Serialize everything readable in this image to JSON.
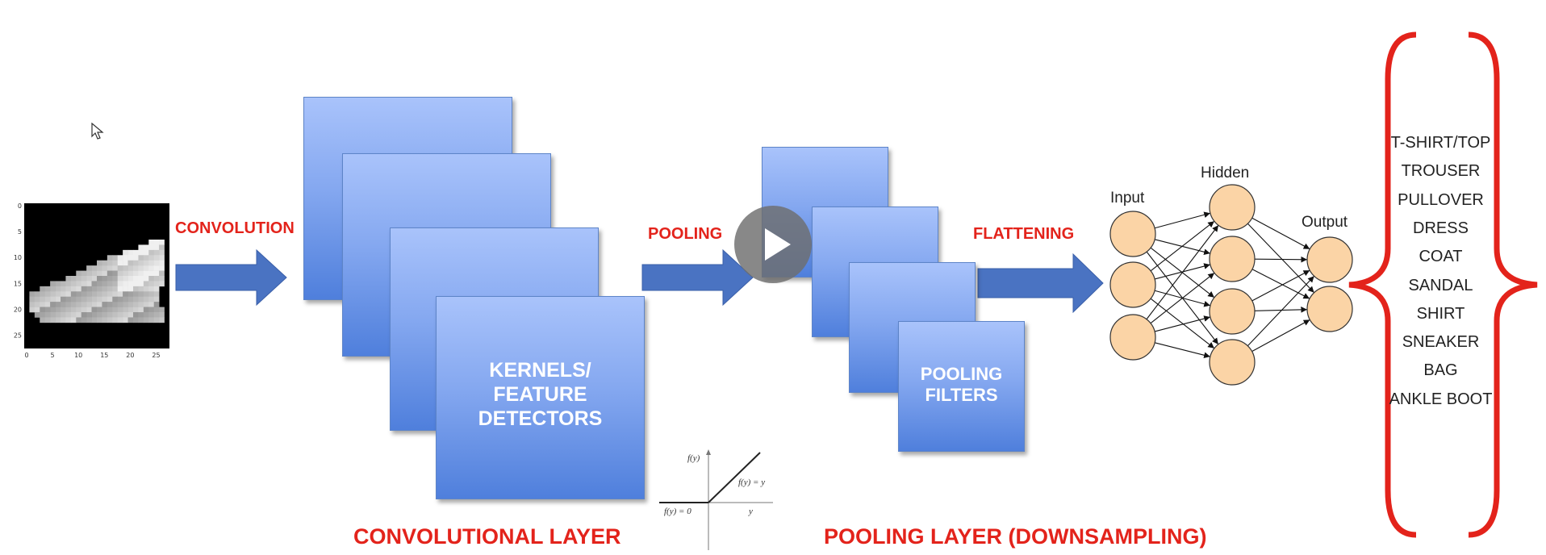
{
  "arrow_labels": {
    "convolution": "CONVOLUTION",
    "pooling": "POOLING",
    "flattening": "FLATTENING"
  },
  "bottom_labels": {
    "convolutional_layer": "CONVOLUTIONAL LAYER",
    "pooling_layer": "POOLING LAYER (DOWNSAMPLING)"
  },
  "kernels_box": [
    "KERNELS/",
    "FEATURE",
    "DETECTORS"
  ],
  "pooling_box": [
    "POOLING",
    "FILTERS"
  ],
  "input_image": {
    "y_ticks": [
      "0",
      "5",
      "10",
      "15",
      "20",
      "25"
    ],
    "x_ticks": [
      "0",
      "5",
      "10",
      "15",
      "20",
      "25"
    ]
  },
  "relu": {
    "y_axis_label": "f(y)",
    "right_formula": "f(y) = y",
    "left_formula": "f(y) = 0",
    "x_axis_label": "y"
  },
  "network": {
    "input_label": "Input",
    "hidden_label": "Hidden",
    "output_label": "Output"
  },
  "classes": [
    "T-SHIRT/TOP",
    "TROUSER",
    "PULLOVER",
    "DRESS",
    "COAT",
    "SANDAL",
    "SHIRT",
    "SNEAKER",
    "BAG",
    "ANKLE BOOT"
  ],
  "colors": {
    "accent_red": "#e3231b",
    "arrow_blue": "#4a73c2",
    "node_fill": "#fbd4a6",
    "box_top": "#a9c3fb",
    "box_bottom": "#4f7fdc"
  },
  "icons": {
    "play": "play-icon",
    "cursor": "mouse-cursor-icon"
  }
}
